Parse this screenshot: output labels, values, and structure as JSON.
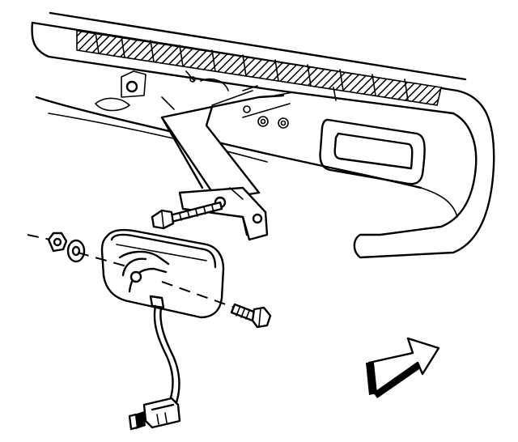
{
  "figure": {
    "parts": [
      "rear-bumper",
      "bumper-bracket",
      "bracket-bolt",
      "nut",
      "washer",
      "fog-lamp",
      "lamp-mounting-bolt",
      "wiring-harness",
      "electrical-connector",
      "direction-arrow"
    ],
    "arrow_direction": "up-right"
  }
}
